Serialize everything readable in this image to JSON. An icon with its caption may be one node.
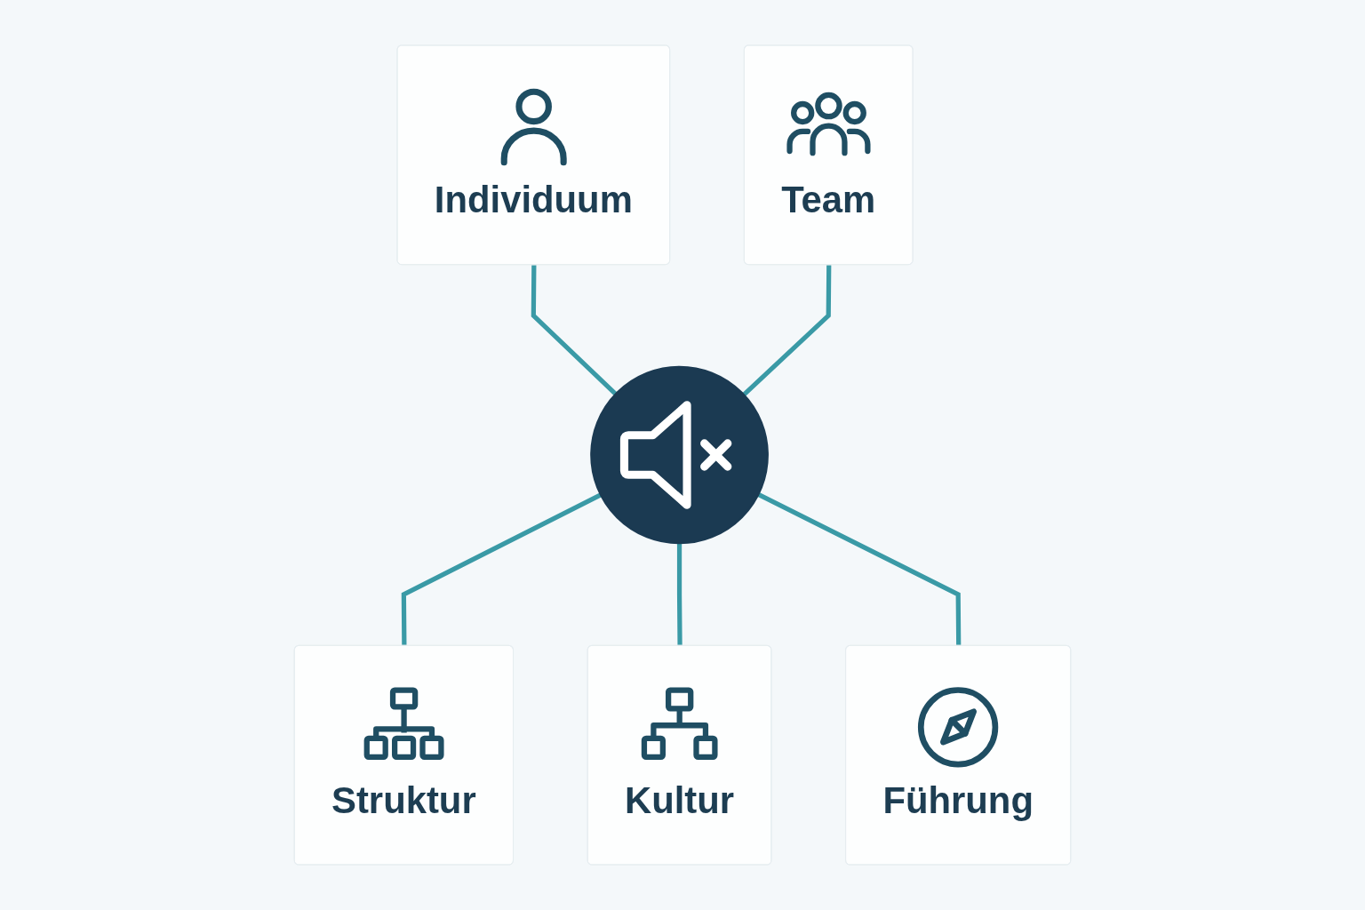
{
  "diagram": {
    "nodes": [
      {
        "text": [
          "Individuum"
        ]
      },
      {
        "text": [
          "Team"
        ]
      },
      {
        "text": [],
        "shape": "circle"
      },
      {
        "text": [
          "Struktur"
        ]
      },
      {
        "text": [
          "Kultur"
        ]
      },
      {
        "text": [
          "Führung"
        ]
      }
    ],
    "edges": [
      {
        "from": 0,
        "to": 2,
        "arrow": "none"
      },
      {
        "from": 1,
        "to": 2,
        "arrow": "none"
      },
      {
        "from": 2,
        "to": 3,
        "arrow": "none"
      },
      {
        "from": 2,
        "to": 4,
        "arrow": "none"
      },
      {
        "from": 2,
        "to": 5,
        "arrow": "none"
      }
    ]
  }
}
